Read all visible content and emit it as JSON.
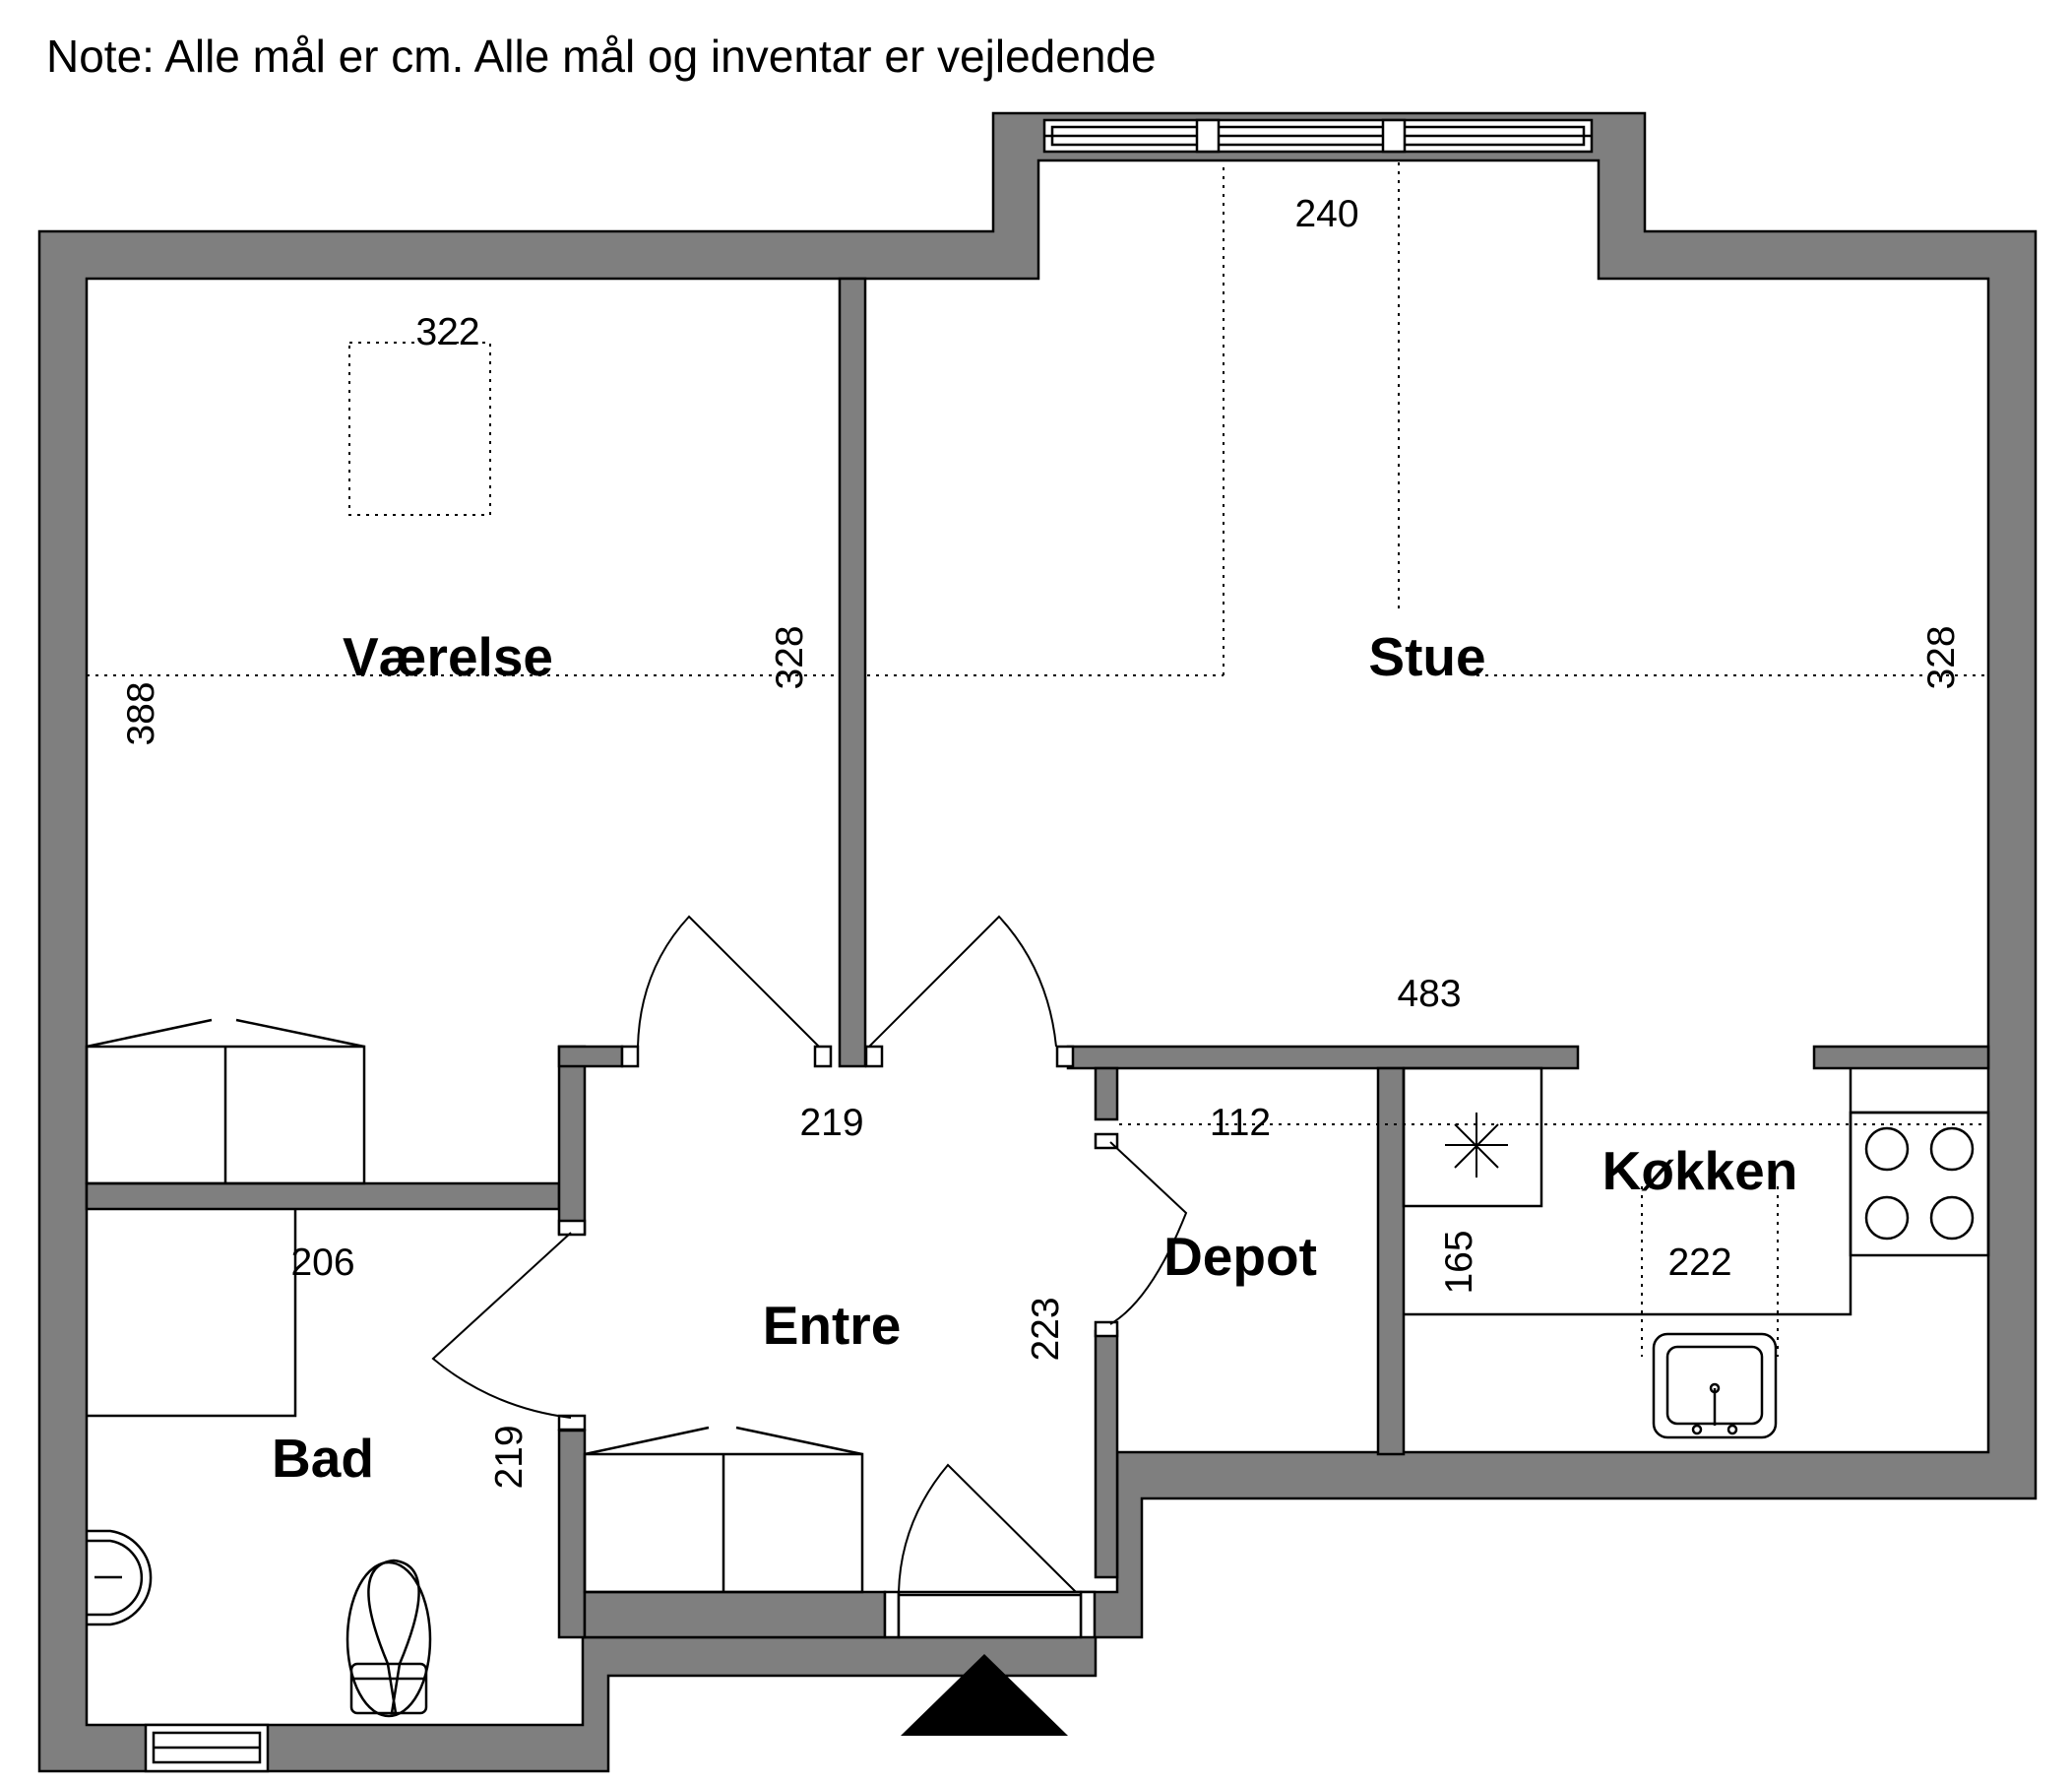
{
  "note": "Note: Alle mål er cm. Alle mål og inventar er vejledende",
  "colors": {
    "wall": "#7f7f7f",
    "outline": "#000000",
    "background": "#ffffff"
  },
  "rooms": {
    "vaerelse": "Værelse",
    "stue": "Stue",
    "entre": "Entre",
    "depot": "Depot",
    "kokken": "Køkken",
    "bad": "Bad"
  },
  "dimensions": {
    "vaerelse_width": "322",
    "vaerelse_depth": "388",
    "vaerelse_partition": "328",
    "stue_window": "240",
    "stue_depth": "328",
    "stue_width": "483",
    "entre_width": "219",
    "entre_depth": "223",
    "depot_width": "112",
    "kokken_depth": "165",
    "kokken_width": "222",
    "bad_width": "206",
    "bad_depth": "219"
  },
  "icons": [
    "entrance-arrow-icon",
    "stove-icon",
    "sink-icon",
    "toilet-icon",
    "washbasin-icon",
    "window-icon",
    "door-icon",
    "closet-icon"
  ]
}
